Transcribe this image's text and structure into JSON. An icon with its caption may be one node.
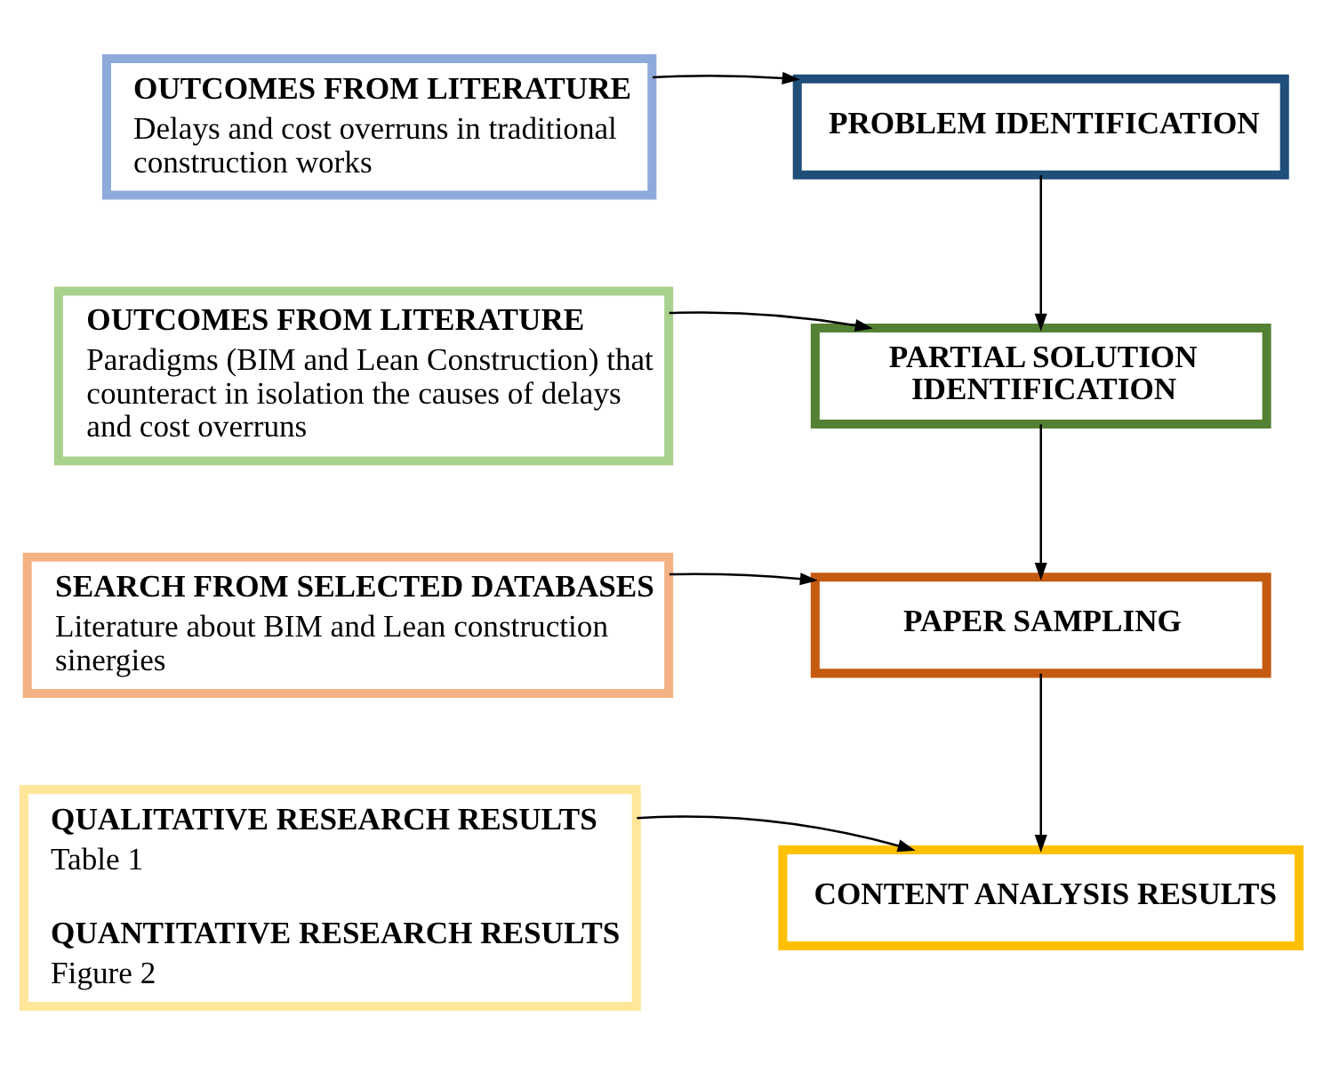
{
  "diagram": {
    "nodes": [
      {
        "text": [
          "PROBLEM IDENTIFICATION"
        ]
      },
      {
        "text": [
          "OUTCOMES FROM LITERATURE",
          "Delays and cost overruns in traditional construction works"
        ]
      },
      {
        "text": [
          "PARTIAL SOLUTION IDENTIFICATION"
        ]
      },
      {
        "text": [
          "OUTCOMES FROM LITERATURE",
          "Paradigms (BIM and Lean Construction) that counteract in isolation the causes of delays and cost overruns"
        ]
      },
      {
        "text": [
          "PAPER SAMPLING"
        ]
      },
      {
        "text": [
          "SEARCH FROM SELECTED DATABASES",
          "Literature about BIM and Lean construction sinergies"
        ]
      },
      {
        "text": [
          "CONTENT ANALYSIS RESULTS"
        ]
      },
      {
        "text": [
          "QUALITATIVE RESEARCH RESULTS",
          "Table 1",
          "QUANTITATIVE RESEARCH RESULTS",
          "Figure 2"
        ]
      }
    ],
    "edges": [
      {
        "from": 1,
        "to": 0,
        "arrow": "to"
      },
      {
        "from": 0,
        "to": 2,
        "arrow": "to"
      },
      {
        "from": 3,
        "to": 2,
        "arrow": "to"
      },
      {
        "from": 2,
        "to": 4,
        "arrow": "to"
      },
      {
        "from": 5,
        "to": 4,
        "arrow": "to"
      },
      {
        "from": 4,
        "to": 6,
        "arrow": "to"
      },
      {
        "from": 7,
        "to": 6,
        "arrow": "to"
      }
    ]
  }
}
